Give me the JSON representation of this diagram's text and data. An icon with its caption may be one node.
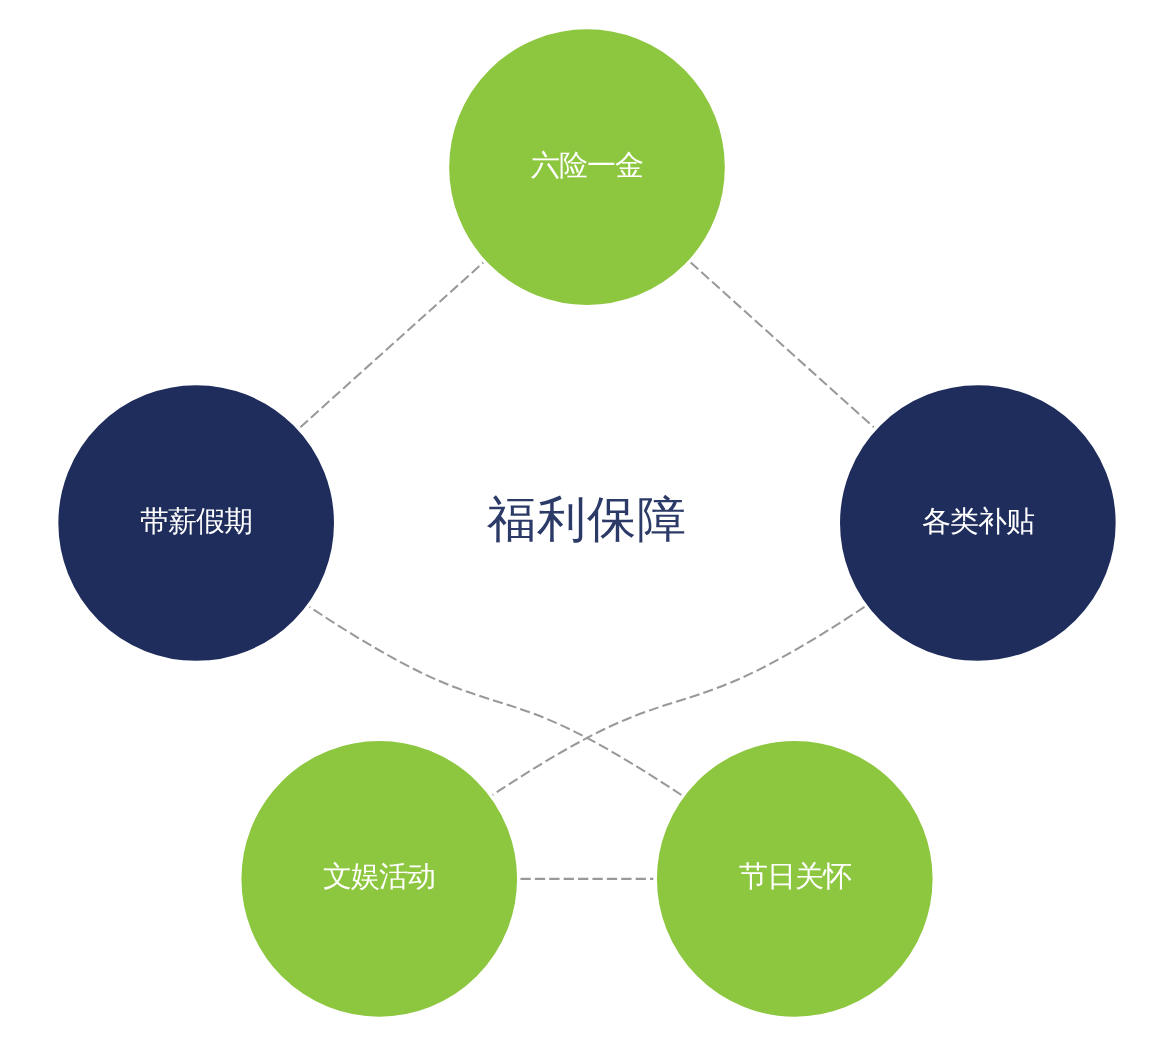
{
  "diagram": {
    "nodes": [
      {
        "text": [
          "六险一金"
        ]
      },
      {
        "text": [
          "带薪假期"
        ]
      },
      {
        "text": [
          "各类补贴"
        ]
      },
      {
        "text": [
          "节日关怀"
        ]
      },
      {
        "text": [
          "文娱活动"
        ]
      }
    ],
    "edges": [
      {
        "from": 0,
        "to": 2,
        "arrow": "none",
        "style": "dashed"
      },
      {
        "from": 2,
        "to": 4,
        "arrow": "none",
        "style": "dashed"
      },
      {
        "from": 4,
        "to": 3,
        "arrow": "none",
        "style": "dashed"
      },
      {
        "from": 3,
        "to": 1,
        "arrow": "none",
        "style": "dashed"
      },
      {
        "from": 1,
        "to": 0,
        "arrow": "none",
        "style": "dashed"
      }
    ],
    "labels": [
      "福利保障"
    ]
  }
}
